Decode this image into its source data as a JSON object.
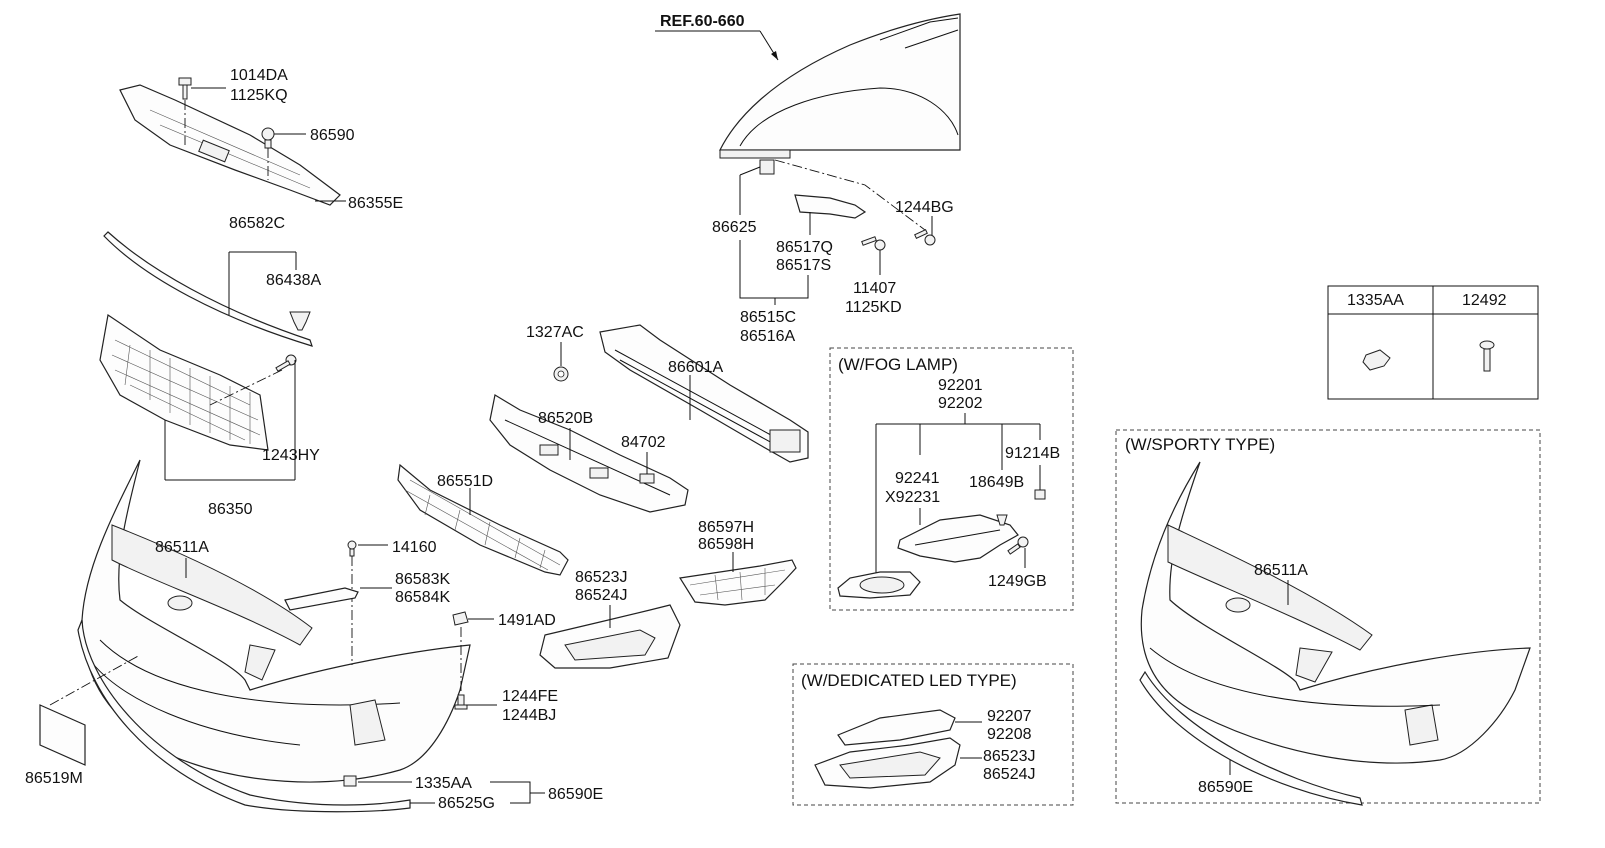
{
  "reference": "REF.60-660",
  "sections": {
    "fog_lamp": "(W/FOG LAMP)",
    "led": "(W/DEDICATED LED TYPE)",
    "sporty": "(W/SPORTY TYPE)"
  },
  "table": {
    "col1": "1335AA",
    "col2": "12492"
  },
  "labels": {
    "p1014DA": "1014DA",
    "p1125KQ": "1125KQ",
    "p86590": "86590",
    "p86355E": "86355E",
    "p86582C": "86582C",
    "p86438A": "86438A",
    "p1243HY": "1243HY",
    "p86350": "86350",
    "p86511A": "86511A",
    "p14160": "14160",
    "p86583K": "86583K",
    "p86584K": "86584K",
    "p1491AD": "1491AD",
    "p1244FE": "1244FE",
    "p1244BJ": "1244BJ",
    "p86519M": "86519M",
    "p1335AA": "1335AA",
    "p86525G": "86525G",
    "p86590E": "86590E",
    "p1327AC": "1327AC",
    "p86601A": "86601A",
    "p86520B": "86520B",
    "p84702": "84702",
    "p86551D": "86551D",
    "p86523J": "86523J",
    "p86524J": "86524J",
    "p86597H": "86597H",
    "p86598H": "86598H",
    "p86625": "86625",
    "p86517Q": "86517Q",
    "p86517S": "86517S",
    "p86515C": "86515C",
    "p86516A": "86516A",
    "p1244BG": "1244BG",
    "p11407": "11407",
    "p1125KD": "1125KD",
    "p92201": "92201",
    "p92202": "92202",
    "p92241": "92241",
    "pX92231": "X92231",
    "p18649B": "18649B",
    "p91214B": "91214B",
    "p1249GB": "1249GB",
    "p92207": "92207",
    "p92208": "92208",
    "led_86523J": "86523J",
    "led_86524J": "86524J",
    "sporty_86511A": "86511A",
    "sporty_86590E": "86590E"
  }
}
